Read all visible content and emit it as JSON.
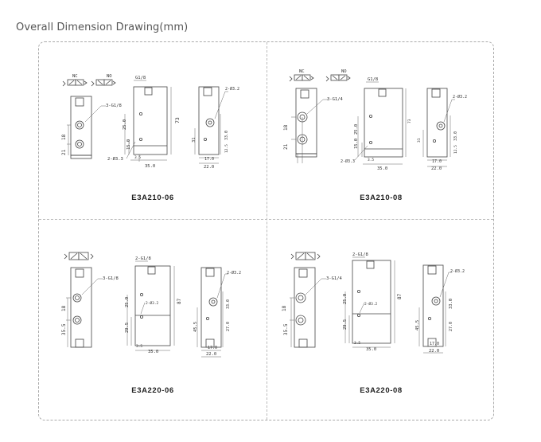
{
  "title": "Overall Dimension Drawing(mm)",
  "panels": [
    {
      "model": "E3A210-06",
      "symbols": {
        "nc": "NC",
        "no": "NO"
      },
      "port_label": "3-G1/8",
      "top_port": "G1/8",
      "side_port": "2-Ø3.2",
      "mount_hole": "2-Ø3.3",
      "dims": {
        "d18": "18",
        "d21": "21",
        "d250": "25.0",
        "d73": "73",
        "d150": "15.0",
        "d350": "35.0",
        "d330": "33.0",
        "d31": "31",
        "d125": "12.5",
        "d170": "17.0",
        "d220": "22.0",
        "d35": "3.5"
      }
    },
    {
      "model": "E3A210-08",
      "symbols": {
        "nc": "NC",
        "no": "NO"
      },
      "port_label": "3-G1/4",
      "top_port": "G1/8",
      "side_port": "2-Ø3.2",
      "mount_hole": "2-Ø3.3",
      "dims": {
        "d18": "18",
        "d21": "21",
        "d250": "25.0",
        "d73": "73",
        "d150": "15.0",
        "d350": "35.0",
        "d330": "33.0",
        "d31": "31",
        "d125": "12.5",
        "d170": "17.0",
        "d220": "22.0",
        "d35": "3.5"
      }
    },
    {
      "model": "E3A220-06",
      "port_label": "3-G1/8",
      "top_port": "2-G1/8",
      "side_port": "2-Ø3.2",
      "mount_hole": "2-Ø3.2",
      "dims": {
        "d18": "18",
        "d355": "35.5",
        "d250": "25.0",
        "d87": "87",
        "d295": "29.5",
        "d350": "35.0",
        "d330": "33.0",
        "d455": "45.5",
        "d270": "27.0",
        "d170": "17.0",
        "d220": "22.0",
        "d35": "3.5"
      }
    },
    {
      "model": "E3A220-08",
      "port_label": "3-G1/4",
      "top_port": "2-G1/8",
      "side_port": "2-Ø3.2",
      "mount_hole": "2-Ø3.2",
      "dims": {
        "d18": "18",
        "d355": "35.5",
        "d250": "25.0",
        "d87": "87",
        "d295": "29.5",
        "d350": "35.0",
        "d330": "33.0",
        "d455": "45.5",
        "d270": "27.0",
        "d170": "17.0",
        "d220": "22.0",
        "d35": "3.5"
      }
    }
  ]
}
